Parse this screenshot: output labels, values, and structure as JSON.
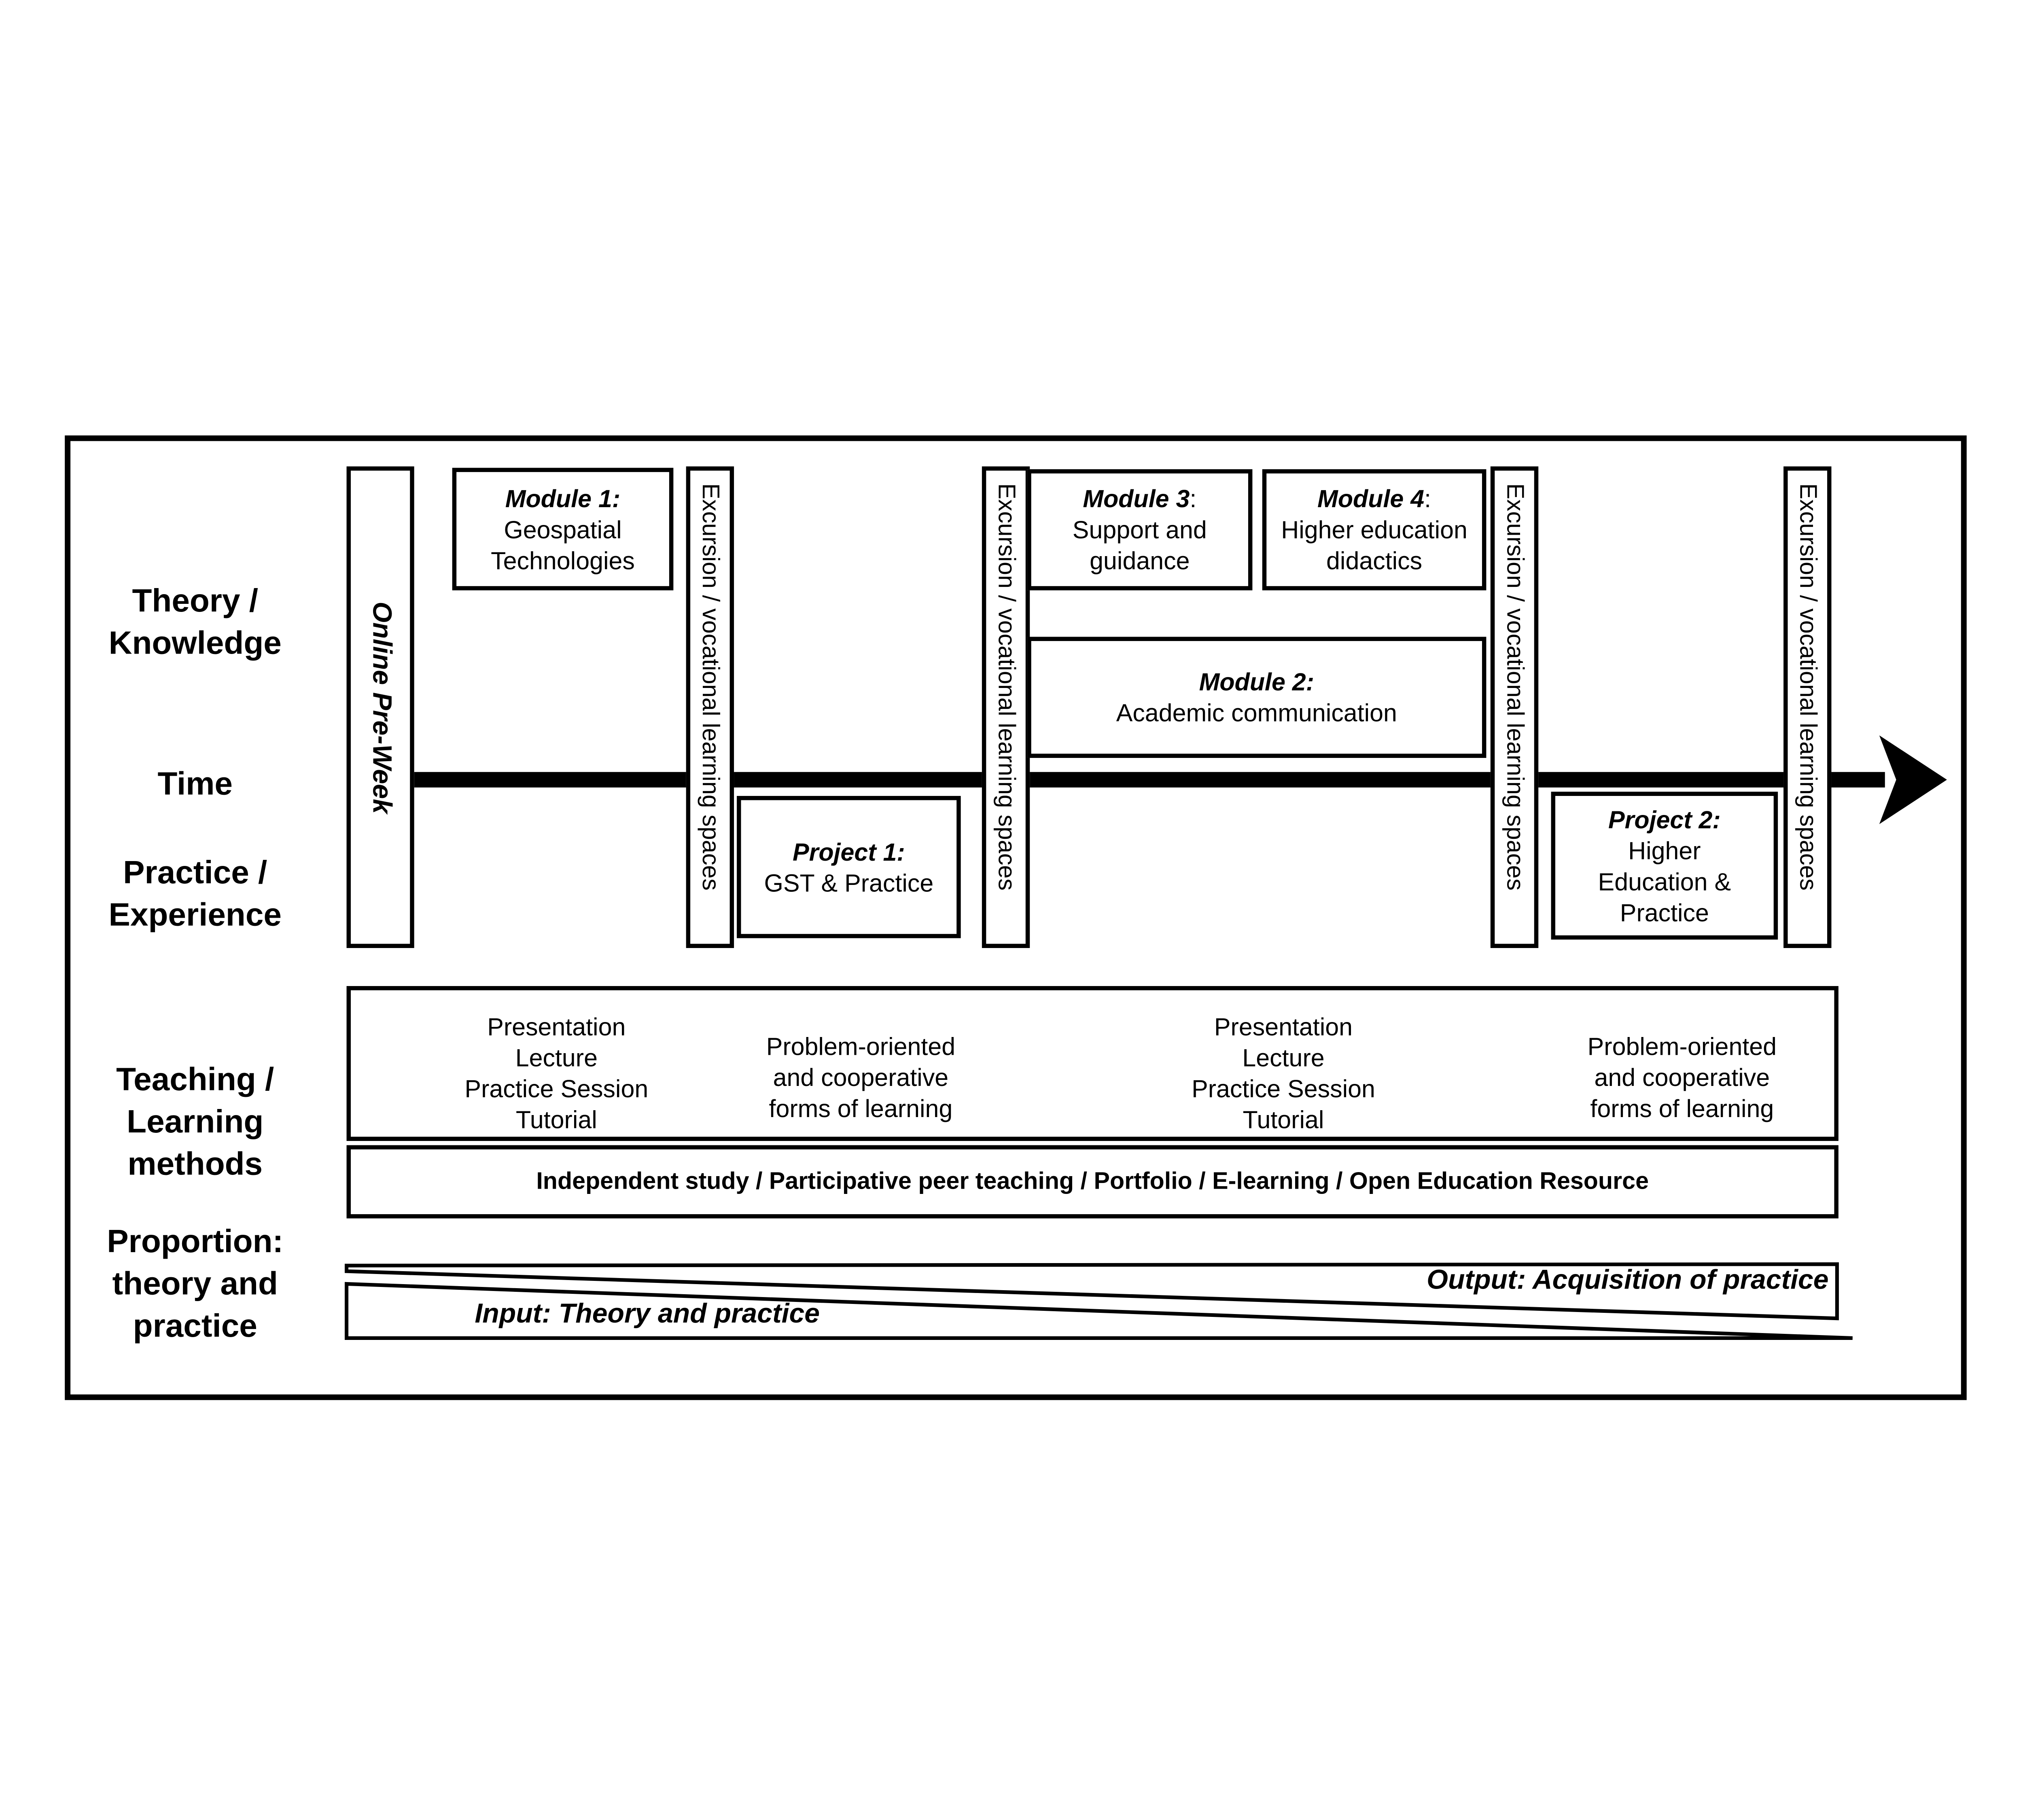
{
  "colors": {
    "ink": "#000000",
    "paper": "#ffffff"
  },
  "row_labels": {
    "theory": {
      "lines": [
        "Theory /",
        "Knowledge"
      ]
    },
    "time": {
      "lines": [
        "Time"
      ]
    },
    "practice": {
      "lines": [
        "Practice /",
        "Experience"
      ]
    },
    "teaching": {
      "lines": [
        "Teaching /",
        "Learning",
        "methods"
      ]
    },
    "proportion": {
      "lines": [
        "Proportion:",
        "theory and",
        "practice"
      ]
    }
  },
  "timeline": {
    "pre_week_label": "Online Pre-Week",
    "excursion_label": "Excursion / vocational learning spaces"
  },
  "modules": {
    "m1": {
      "title": "Module 1:",
      "colon": "",
      "lines": [
        "Geospatial",
        "Technologies"
      ]
    },
    "m3": {
      "title": "Module 3",
      "colon": ":",
      "lines": [
        "Support and",
        "guidance"
      ]
    },
    "m4": {
      "title": "Module 4",
      "colon": ":",
      "lines": [
        "Higher education",
        "didactics"
      ]
    },
    "m2": {
      "title": "Module 2:",
      "colon": "",
      "lines": [
        "Academic communication"
      ]
    }
  },
  "projects": {
    "p1": {
      "title": "Project 1:",
      "lines": [
        "GST & Practice"
      ]
    },
    "p2": {
      "title": "Project 2:",
      "lines": [
        "Higher",
        "Education &",
        "Practice"
      ]
    }
  },
  "methods": {
    "group1": {
      "lines": [
        "Presentation",
        "Lecture",
        "Practice Session",
        "Tutorial"
      ]
    },
    "group2": {
      "lines": [
        "Problem-oriented",
        "and cooperative",
        "forms of learning"
      ]
    },
    "group3": {
      "lines": [
        "Presentation",
        "Lecture",
        "Practice Session",
        "Tutorial"
      ]
    },
    "group4": {
      "lines": [
        "Problem-oriented",
        "and cooperative",
        "forms of learning"
      ]
    },
    "independent": "Independent study / Participative peer teaching / Portfolio / E-learning / Open Education Resource"
  },
  "proportion": {
    "input_label": "Input: Theory and practice",
    "output_label": "Output: Acquisition of practice"
  }
}
